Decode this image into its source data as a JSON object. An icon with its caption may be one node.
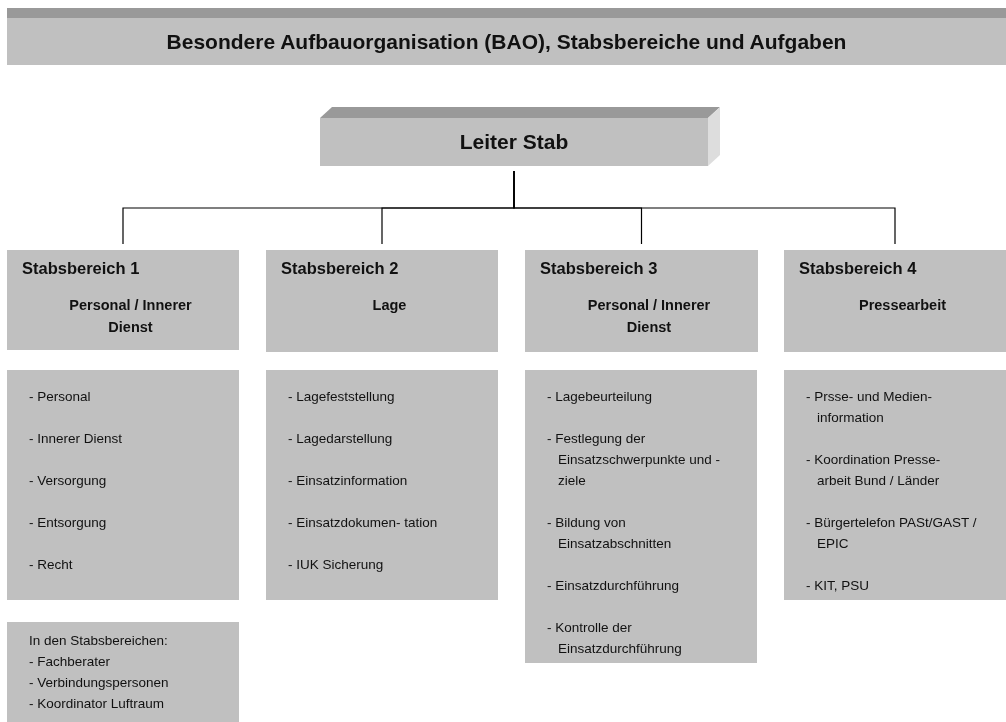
{
  "diagram": {
    "title": "Besondere Aufbauorganisation (BAO), Stabsbereiche und Aufgaben",
    "nodes": [
      {
        "text": [
          "Leiter Stab"
        ]
      },
      {
        "text": [
          "Stabsbereich 1",
          "Personal / Innerer Dienst"
        ]
      },
      {
        "text": [
          "Stabsbereich 2",
          "Lage"
        ]
      },
      {
        "text": [
          "Stabsbereich 3",
          "Personal / Innerer Dienst"
        ]
      },
      {
        "text": [
          "Stabsbereich 4",
          "Pressearbeit"
        ]
      },
      {
        "text": [
          "- Personal",
          "- Innerer Dienst",
          "- Versorgung",
          "- Entsorgung",
          "- Recht"
        ]
      },
      {
        "text": [
          "- Lagefeststellung",
          "- Lagedarstellung",
          "- Einsatzinformation",
          "- Einsatzdokumen- tation",
          "- IUK Sicherung"
        ]
      },
      {
        "text": [
          "- Lagebeurteilung",
          "- Festlegung der Einsatzschwerpunkte und -ziele",
          "- Bildung von Einsatzabschnitten",
          "- Einsatzdurchführung",
          "- Kontrolle der Einsatzdurchführung"
        ]
      },
      {
        "text": [
          "- Prsse- und Medien- information",
          "- Koordination Presse- arbeit Bund / Länder",
          "- Bürgertelefon PASt/GAST / EPIC",
          "- KIT, PSU"
        ]
      },
      {
        "text": [
          "In den Stabsbereichen:",
          "- Fachberater",
          "- Verbindungspersonen",
          "- Koordinator Luftraum"
        ]
      }
    ],
    "edges": [
      {
        "from": 0,
        "to": 1,
        "arrow": "none"
      },
      {
        "from": 0,
        "to": 2,
        "arrow": "none"
      },
      {
        "from": 0,
        "to": 3,
        "arrow": "none"
      },
      {
        "from": 0,
        "to": 4,
        "arrow": "none"
      }
    ]
  }
}
